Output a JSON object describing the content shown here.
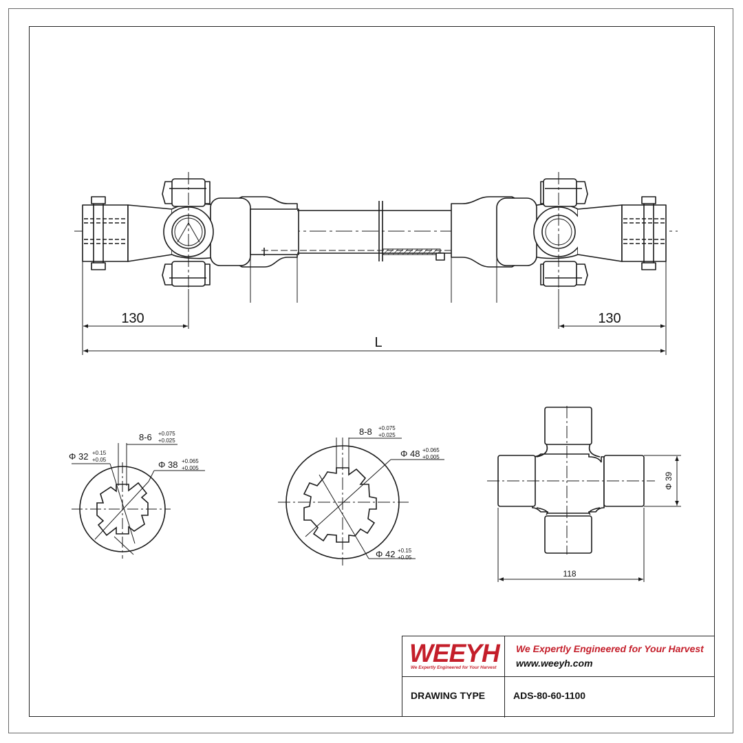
{
  "colors": {
    "brand": "#c41e2a",
    "line": "#1a1a1a",
    "frame": "#222222"
  },
  "assembly": {
    "left_length": "130",
    "right_length": "130",
    "overall_length": "L"
  },
  "section_1": {
    "key_width": "8-6",
    "key_width_tol_upper": "+0.075",
    "key_width_tol_lower": "+0.025",
    "minor_diameter": "Φ 32",
    "minor_tol_upper": "+0.15",
    "minor_tol_lower": "+0.05",
    "major_diameter": "Φ 38",
    "major_tol_upper": "+0.065",
    "major_tol_lower": "+0.005"
  },
  "section_2": {
    "key_width": "8-8",
    "key_width_tol_upper": "+0.075",
    "key_width_tol_lower": "+0.025",
    "major_diameter": "Φ 48",
    "major_tol_upper": "+0.065",
    "major_tol_lower": "+0.005",
    "minor_diameter": "Φ 42",
    "minor_tol_upper": "+0.15",
    "minor_tol_lower": "+0.05"
  },
  "cross": {
    "span": "118",
    "diameter": "Φ 39"
  },
  "title_block": {
    "logo": "WEEYH",
    "logo_tagline": "We Expertly Engineered for Your Harvest",
    "slogan": "We Expertly Engineered for Your Harvest",
    "website": "www.weeyh.com",
    "type_label": "DRAWING TYPE",
    "type_value": "ADS-80-60-1100"
  }
}
